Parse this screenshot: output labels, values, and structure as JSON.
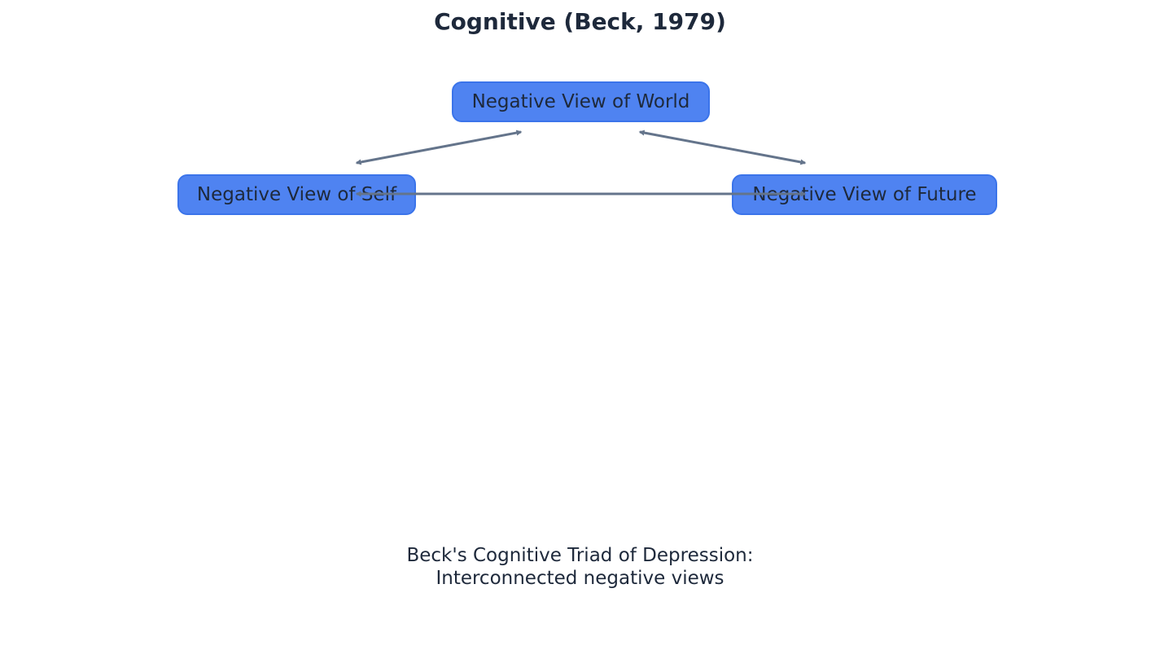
{
  "title": "Cognitive (Beck, 1979)",
  "nodes": {
    "world": "Negative View of World",
    "self": "Negative View of Self",
    "future": "Negative View of Future"
  },
  "caption": {
    "line1": "Beck's Cognitive Triad of Depression:",
    "line2": "Interconnected negative views"
  },
  "colors": {
    "node_fill": "#4f83f1",
    "node_border": "#3b74ea",
    "arrow": "#64748b",
    "text": "#1e293b"
  }
}
